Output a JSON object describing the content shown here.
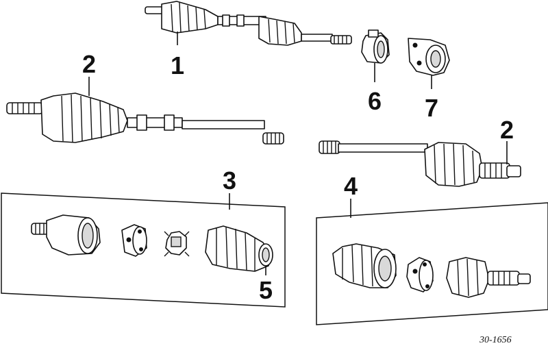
{
  "callouts": {
    "c1": "1",
    "c2a": "2",
    "c2b": "2",
    "c3": "3",
    "c4": "4",
    "c5": "5",
    "c6": "6",
    "c7": "7"
  },
  "reference_code": "30-1656"
}
